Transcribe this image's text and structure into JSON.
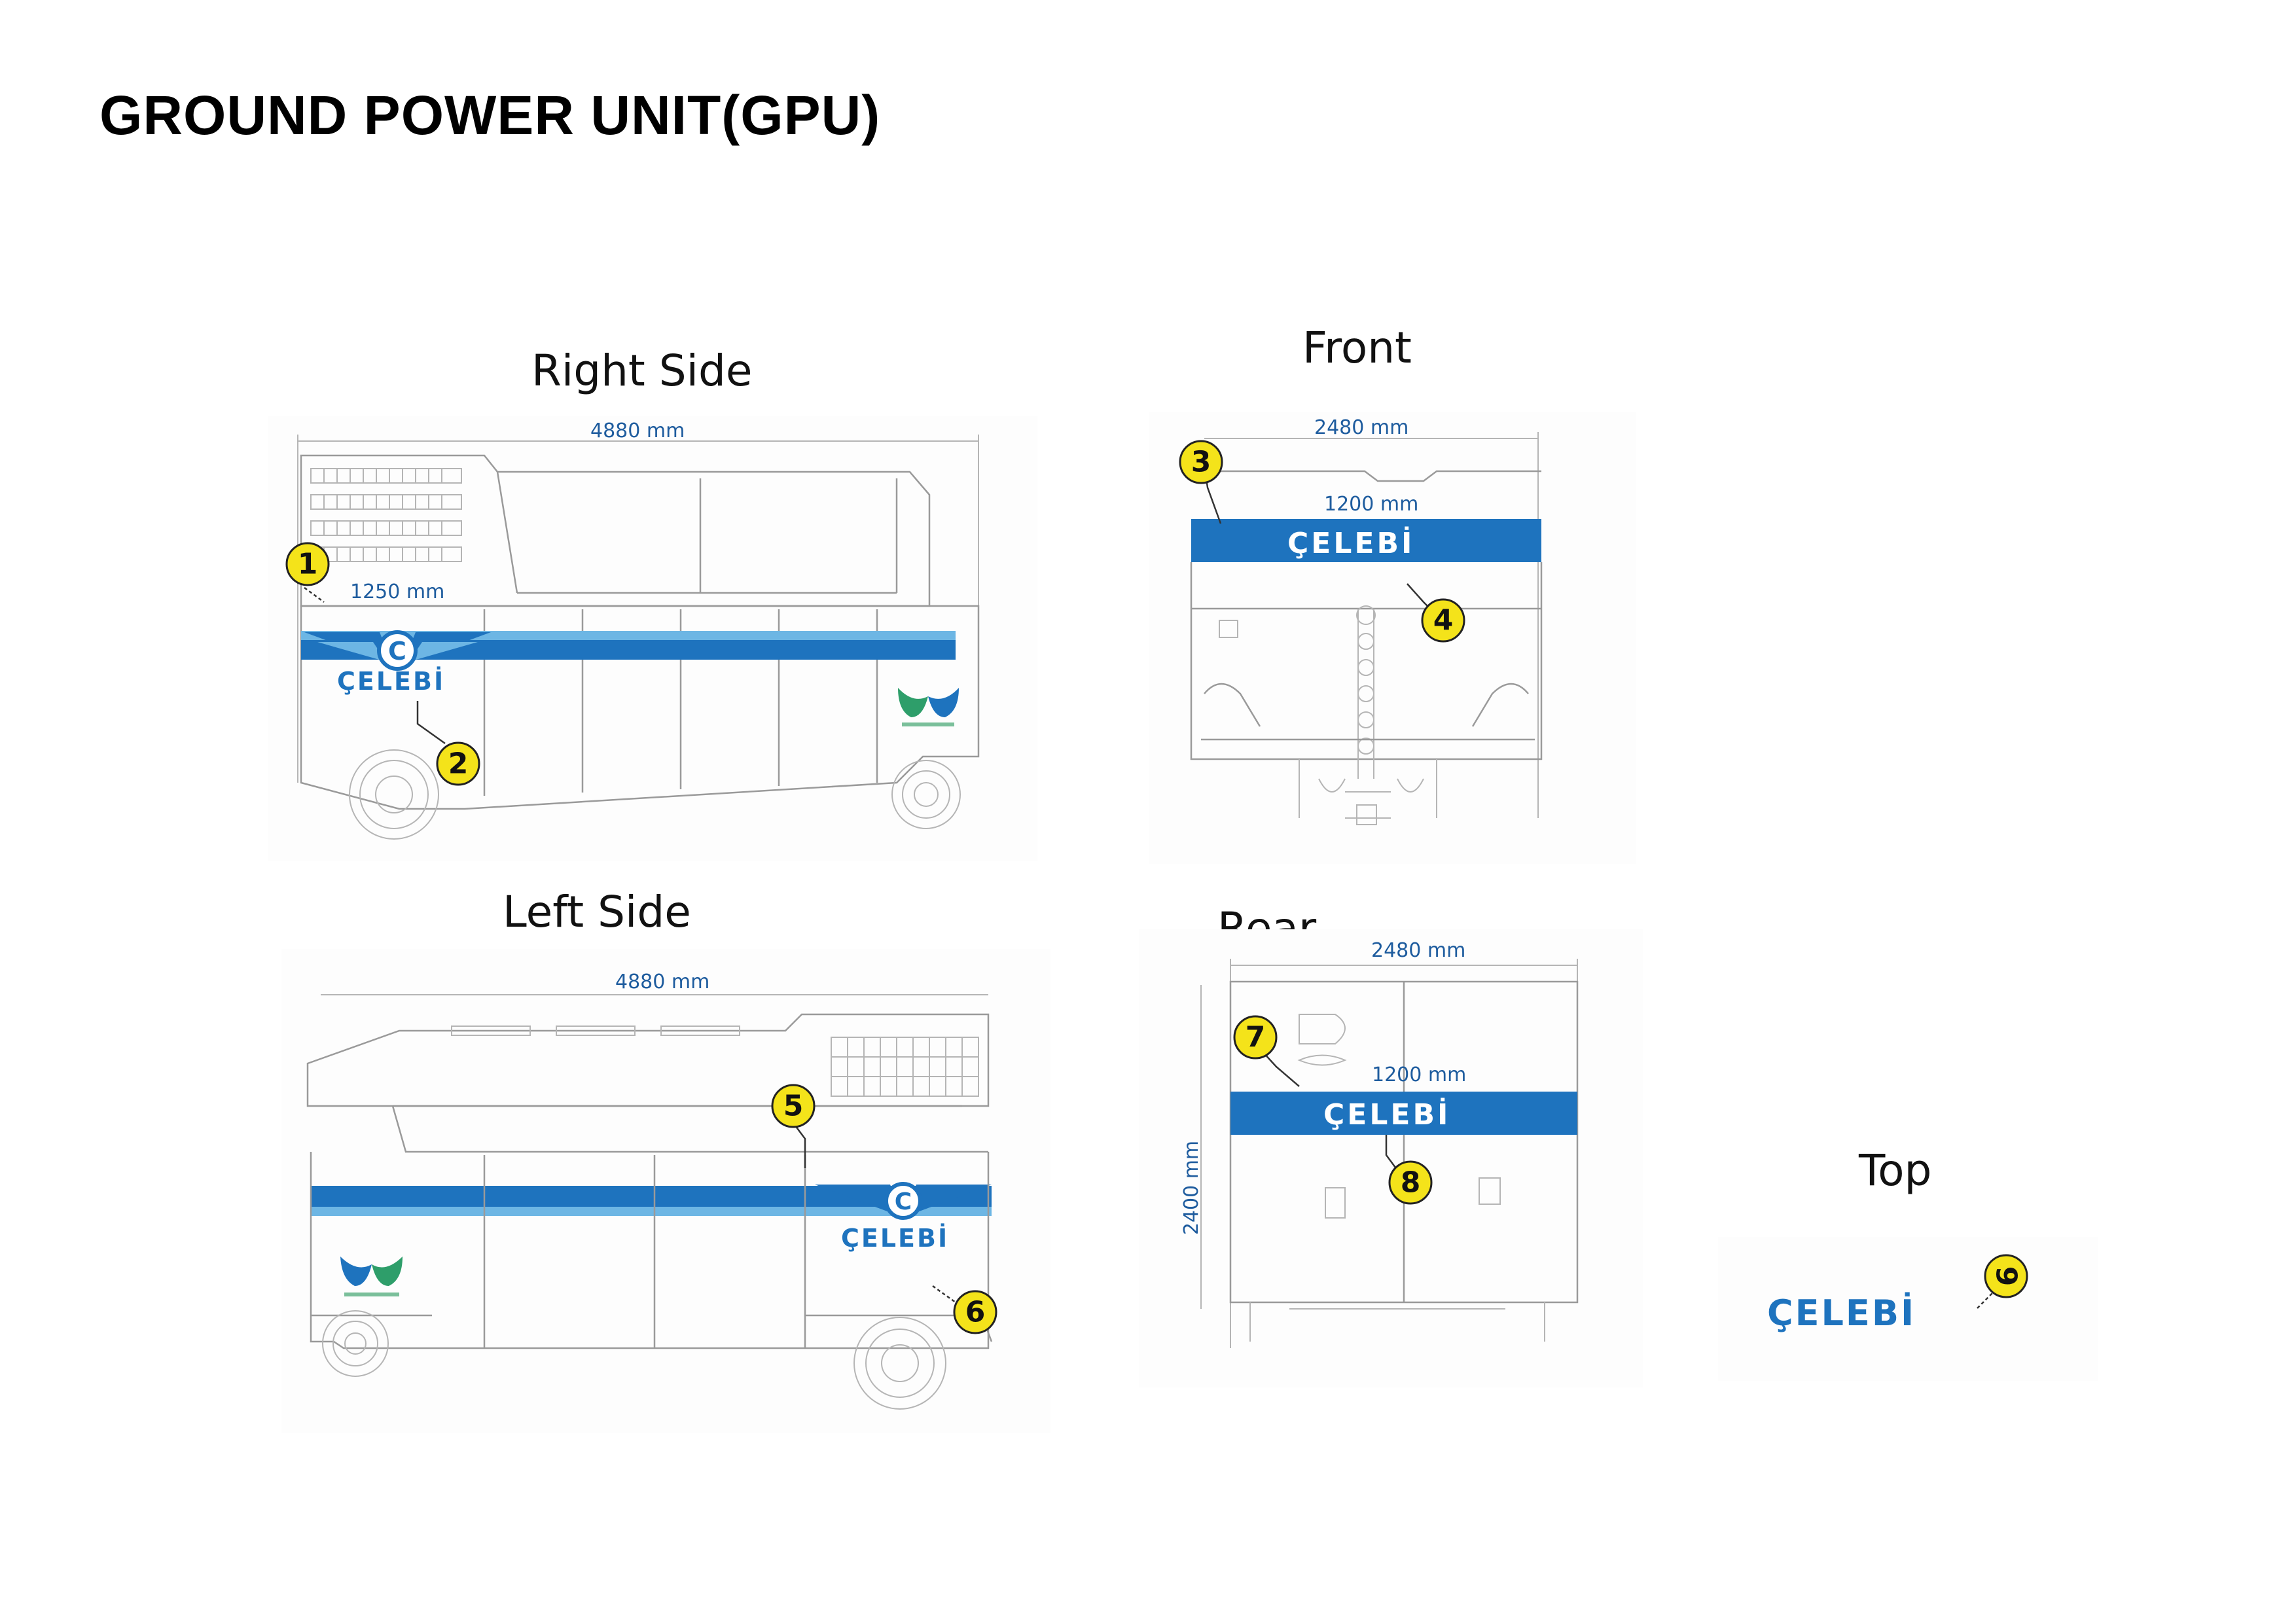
{
  "page": {
    "title": "GROUND POWER UNIT(GPU)"
  },
  "views": {
    "right_side": {
      "label": "Right Side",
      "length": "4880 mm",
      "height_note": "1250 mm",
      "brand": "ÇELEBİ",
      "markers": [
        "1",
        "2"
      ]
    },
    "front": {
      "label": "Front",
      "width": "2480 mm",
      "height_note": "1200 mm",
      "brand": "ÇELEBİ",
      "markers": [
        "3",
        "4"
      ]
    },
    "left_side": {
      "label": "Left Side",
      "length": "4880 mm",
      "brand": "ÇELEBİ",
      "markers": [
        "5",
        "6"
      ]
    },
    "rear": {
      "label": "Rear",
      "width": "2480 mm",
      "height_note": "1200 mm",
      "height": "2400 mm",
      "brand": "ÇELEBİ",
      "markers": [
        "7",
        "8"
      ]
    },
    "top": {
      "label": "Top",
      "brand": "ÇELEBİ",
      "markers": [
        "9"
      ]
    }
  },
  "colors": {
    "brand_blue": "#1e73be",
    "light_blue": "#6db6e4",
    "marker_yellow": "#f4e31a",
    "dimension_text": "#1e5c9e"
  }
}
